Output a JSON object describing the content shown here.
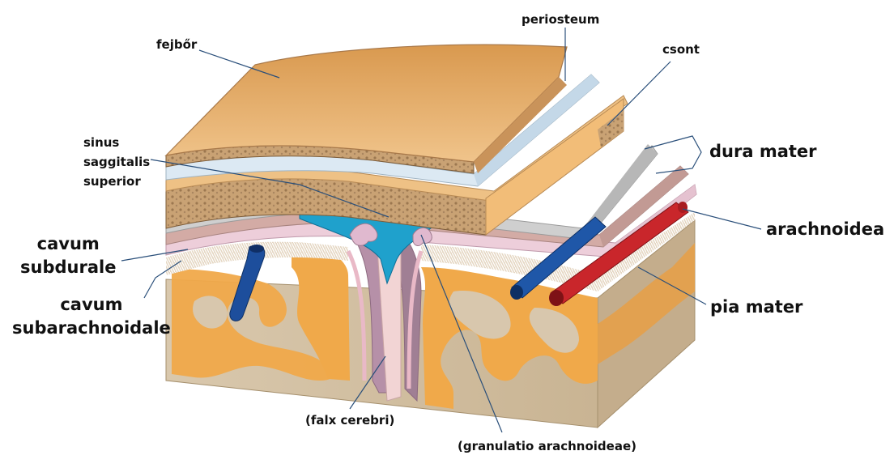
{
  "diagram": {
    "labels": {
      "fejbor": "fejbőr",
      "periosteum": "periosteum",
      "csont": "csont",
      "sinus_line1": "sinus",
      "sinus_line2": "saggitalis",
      "sinus_line3": "superior",
      "dura_mater": "dura mater",
      "arachnoidea": "arachnoidea",
      "cavum_subdurale_line1": "cavum",
      "cavum_subdurale_line2": "subdurale",
      "cavum_subarachnoidale_line1": "cavum",
      "cavum_subarachnoidale_line2": "subarachnoidale",
      "pia_mater": "pia mater",
      "falx_cerebri": "(falx cerebri)",
      "granulatio": "(granulatio arachnoideae)"
    },
    "colors": {
      "scalp": "#d9a366",
      "scalp_edge": "#a9794a",
      "periosteum": "#dce9f3",
      "bone": "#f1c080",
      "bone_spongy": "#c89a6a",
      "dura": "#c8c8c8",
      "dura_inner": "#c9a19a",
      "arachnoid": "#e6c8d6",
      "sinus_blood": "#1fa1cc",
      "vein": "#1d4e9c",
      "artery": "#c9262b",
      "gray_matter": "#f0a94a",
      "white_matter": "#d8c7ad",
      "leader_line": "#2a4f7a"
    }
  }
}
